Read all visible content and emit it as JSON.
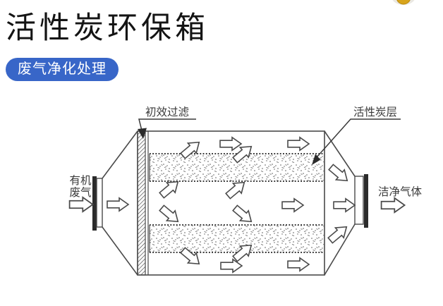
{
  "header": {
    "title": "活性炭环保箱",
    "badge": {
      "label": "废气净化处理",
      "bg_color": "#3866C8",
      "text_color": "#FFFFFF"
    },
    "corner_icon": "medal-icon"
  },
  "diagram": {
    "type": "schematic",
    "subject": "activated-carbon waste gas purification box airflow",
    "line_color": "#4A4A4A",
    "labels": {
      "primary_filter": "初效过滤",
      "carbon_layer": "活性炭层",
      "inlet_gas_line1": "有机",
      "inlet_gas_line2": "废气",
      "outlet_gas": "洁净气体"
    }
  }
}
